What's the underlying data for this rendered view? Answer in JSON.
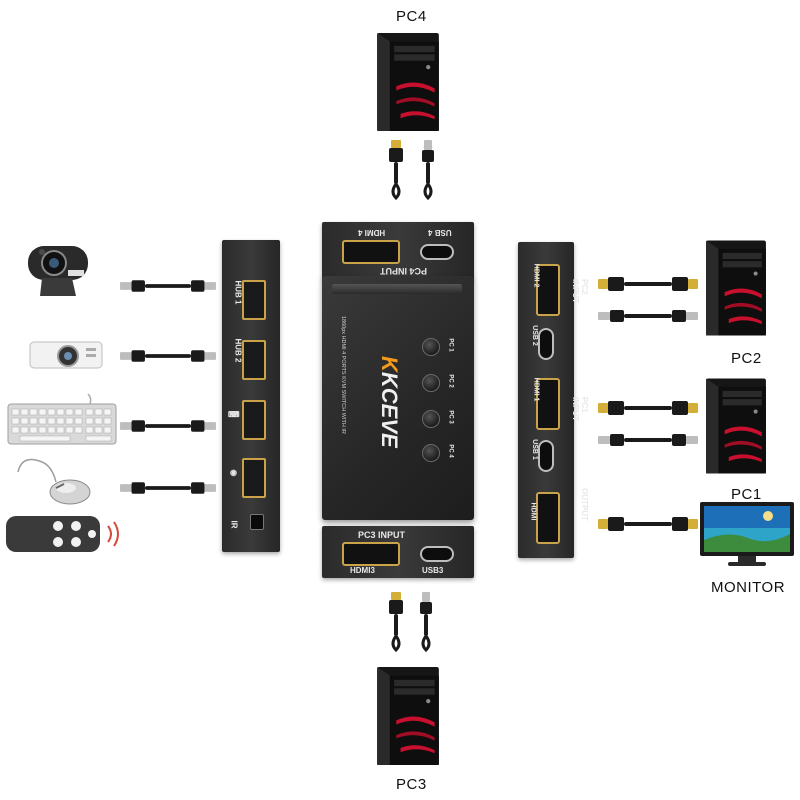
{
  "labels": {
    "pc4": "PC4",
    "pc2": "PC2",
    "pc1": "PC1",
    "pc3": "PC3",
    "monitor": "MONITOR"
  },
  "left_panel": {
    "hub1": "HUB 1",
    "hub2": "HUB 2",
    "ir": "IR"
  },
  "top_panel": {
    "hdmi4": "HDMI 4",
    "usb4": "USB 4",
    "pc4_input": "PC4 INPUT"
  },
  "bottom_panel": {
    "pc3_input": "PC3 INPUT",
    "hdmi3": "HDMI3",
    "usb3": "USB3"
  },
  "right_panel": {
    "hdmi2": "HDMI 2",
    "usb2": "USB 2",
    "pc2_input": "PC2 INPUT",
    "hdmi1": "HDMI 1",
    "usb1": "USB 1",
    "pc1_input": "PC1 INPUT",
    "hdmi": "HDMI",
    "output": "OUTPUT"
  },
  "main_unit": {
    "brand": "KCEVE",
    "model_text": "1860px HDMI 4 PORTS KVM SWITCH WITH IR",
    "buttons": [
      "PC 1",
      "PC 2",
      "PC 3",
      "PC 4"
    ]
  },
  "colors": {
    "device_body": "#2e2e2e",
    "port_trim": "#c9a24a",
    "tower_accent": "#c8102e"
  }
}
